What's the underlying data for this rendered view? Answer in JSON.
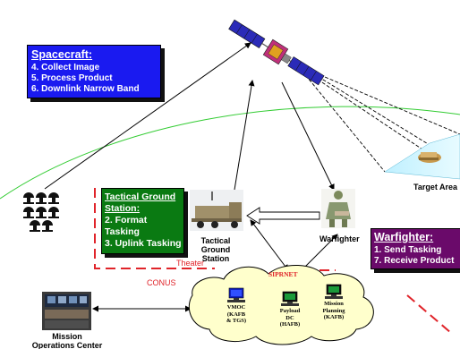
{
  "spacecraft": {
    "title": "Spacecraft:",
    "steps": [
      "4. Collect Image",
      "5. Process Product",
      "6. Downlink Narrow Band"
    ]
  },
  "tactical_ground_station_box": {
    "title_line1": "Tactical Ground",
    "title_line2": "Station:",
    "steps": [
      "2. Format",
      "Tasking",
      "3. Uplink Tasking"
    ]
  },
  "warfighter_box": {
    "title": "Warfighter:",
    "steps": [
      "1. Send Tasking",
      "7. Receive Product"
    ]
  },
  "labels": {
    "target_area": "Target Area",
    "tgs_line1": "Tactical",
    "tgs_line2": "Ground",
    "tgs_line3": "Station",
    "warfighter": "Warfighter",
    "moc_line1": "Mission",
    "moc_line2": "Operations Center",
    "theater": "Theater",
    "conus": "CONUS"
  },
  "network": {
    "title": "SIPRNET",
    "vmoc_line1": "VMOC",
    "vmoc_line2": "(KAFB",
    "vmoc_line3": "& TGS)",
    "payload_line1": "Payload",
    "payload_line2": "DC",
    "payload_line3": "(HAFB)",
    "planning_line1": "Mission",
    "planning_line2": "Planning",
    "planning_line3": "(KAFB)"
  },
  "colors": {
    "spacecraft_box": "#1a1af0",
    "ground_station_box": "#0a7a12",
    "warfighter_box": "#6a0a6a",
    "boundary_line": "#e0242a",
    "orbit_line": "#33cc33",
    "cloud_fill": "#ffffcc",
    "siprnet_text": "#e0242a"
  }
}
